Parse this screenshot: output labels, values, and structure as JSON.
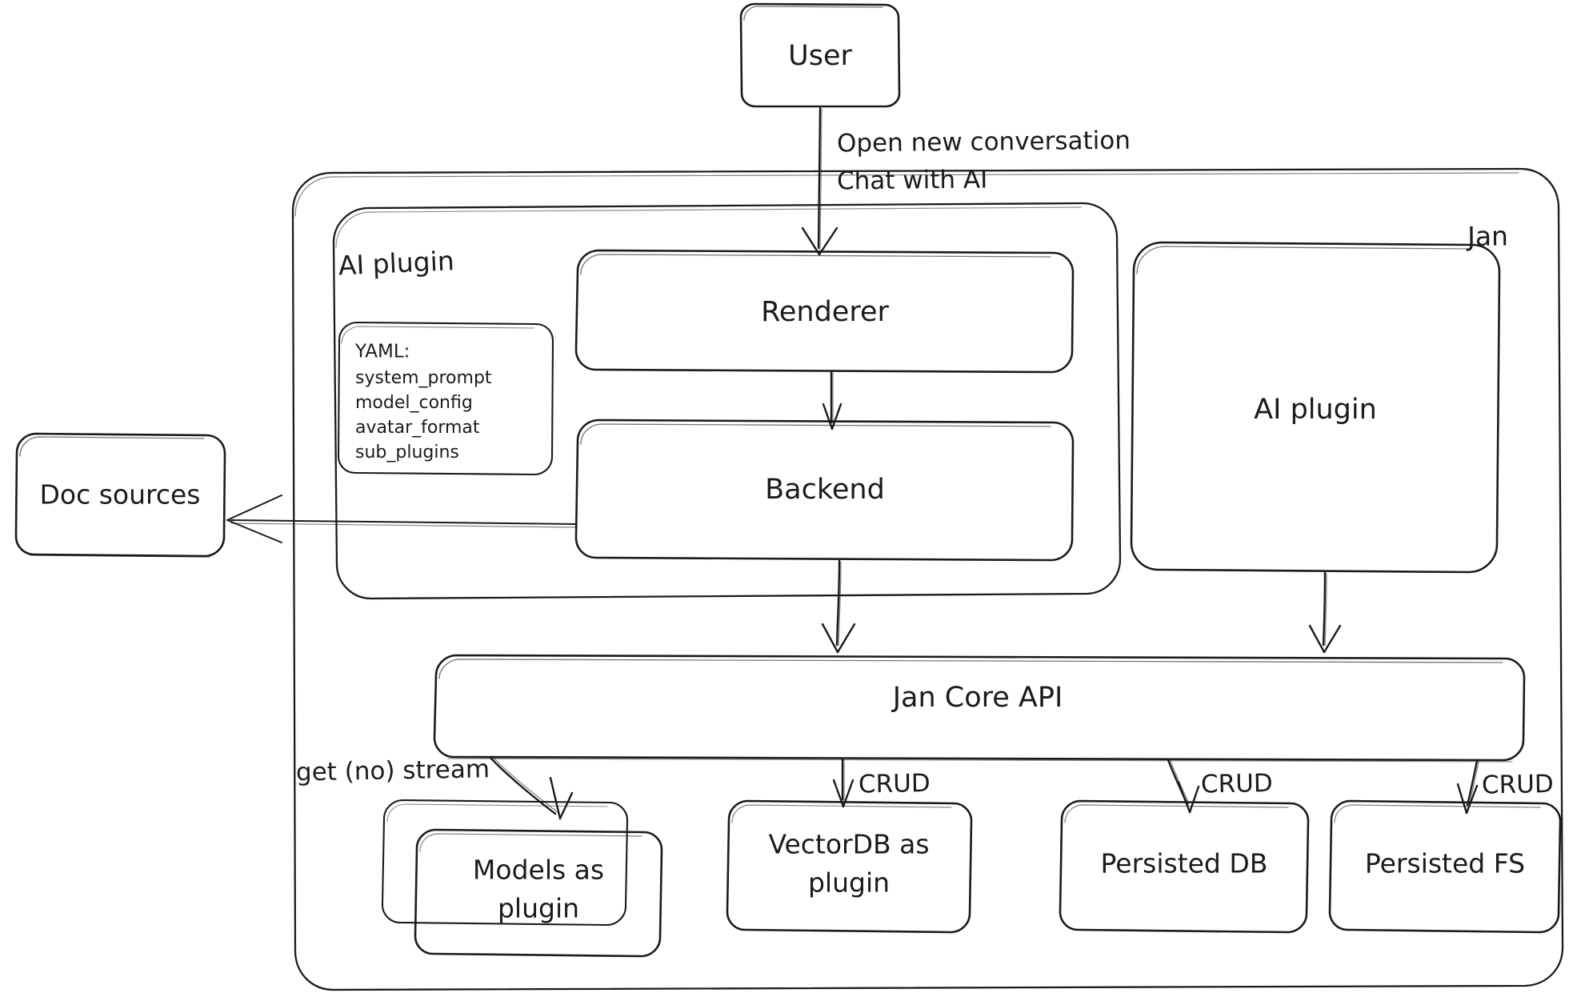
{
  "diagram": {
    "title": "Jan application architecture",
    "style": "hand-drawn sketch",
    "stroke_color": "#1b1b1f",
    "background_color": "#ffffff"
  },
  "containers": [
    {
      "id": "jan",
      "label": "Jan",
      "label_position": "top-right"
    },
    {
      "id": "ai-plugin-group",
      "label": "AI plugin",
      "label_position": "top-left"
    }
  ],
  "nodes": {
    "user": {
      "label": "User"
    },
    "renderer": {
      "label": "Renderer"
    },
    "backend": {
      "label": "Backend"
    },
    "ai_plugin_right": {
      "label": "AI plugin"
    },
    "jan_core_api": {
      "label": "Jan Core API"
    },
    "doc_sources": {
      "label": "Doc sources"
    },
    "models_as_plugin": {
      "label_line1": "Models as",
      "label_line2": "plugin"
    },
    "vectordb_as_plugin": {
      "label_line1": "VectorDB as",
      "label_line2": "plugin"
    },
    "persisted_db": {
      "label": "Persisted DB"
    },
    "persisted_fs": {
      "label": "Persisted FS"
    }
  },
  "yaml_card": {
    "heading": "YAML:",
    "items": [
      "system_prompt",
      "model_config",
      "avatar_format",
      "sub_plugins"
    ]
  },
  "edges": [
    {
      "id": "user-to-renderer",
      "from": "user",
      "to": "renderer",
      "label_line1": "Open new conversation",
      "label_line2": "Chat with AI"
    },
    {
      "id": "renderer-to-backend",
      "from": "renderer",
      "to": "backend",
      "label": ""
    },
    {
      "id": "backend-to-doc-sources",
      "from": "backend",
      "to": "doc_sources",
      "label": ""
    },
    {
      "id": "backend-to-core",
      "from": "backend",
      "to": "jan_core_api",
      "label": ""
    },
    {
      "id": "ai-plugin-to-core",
      "from": "ai_plugin_right",
      "to": "jan_core_api",
      "label": ""
    },
    {
      "id": "core-to-models",
      "from": "jan_core_api",
      "to": "models_as_plugin",
      "label": "get (no) stream"
    },
    {
      "id": "core-to-vectordb",
      "from": "jan_core_api",
      "to": "vectordb_as_plugin",
      "label": "CRUD"
    },
    {
      "id": "core-to-persisted-db",
      "from": "jan_core_api",
      "to": "persisted_db",
      "label": "CRUD"
    },
    {
      "id": "core-to-persisted-fs",
      "from": "jan_core_api",
      "to": "persisted_fs",
      "label": "CRUD"
    }
  ]
}
